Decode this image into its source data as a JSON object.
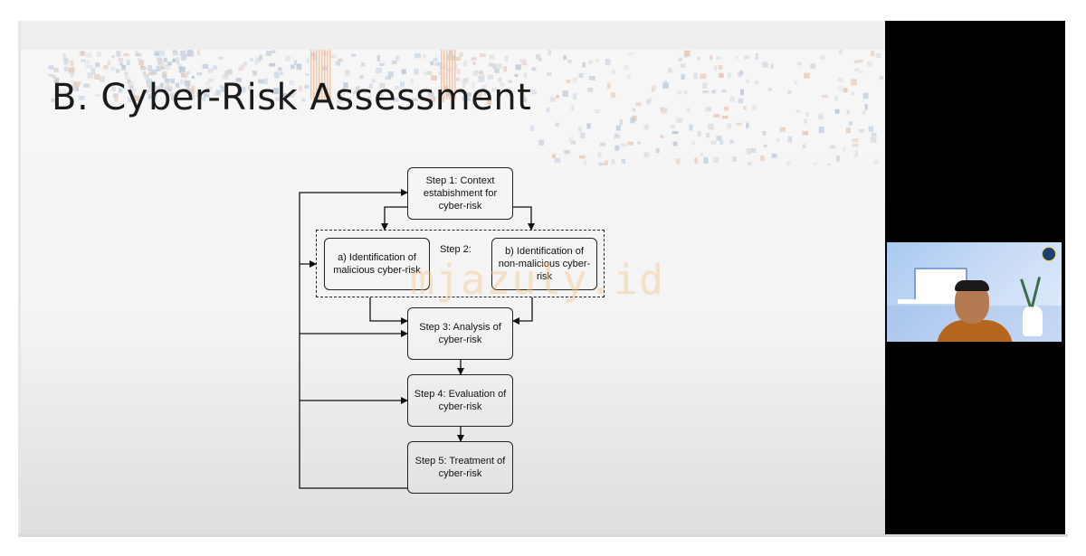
{
  "slide": {
    "title": "B. Cyber-Risk Assessment"
  },
  "diagram": {
    "step1": "Step 1: Context\nestabishment for\ncyber-risk",
    "step2_label": "Step 2:",
    "step2a": "a) Identification of\nmalicious cyber-risk",
    "step2b": "b) Identification of\nnon-malicious cyber-\nrisk",
    "step3": "Step 3: Analysis of\ncyber-risk",
    "step4": "Step 4: Evaluation of\ncyber-risk",
    "step5": "Step 5: Treatment of\ncyber-risk"
  },
  "watermark": "mjazuly.id",
  "colors": {
    "side_panel": "#000000",
    "slide_background": "#f3f3f3",
    "watermark": "#f5c482"
  },
  "icons": {
    "webcam_logo": "institution-emblem-icon"
  }
}
